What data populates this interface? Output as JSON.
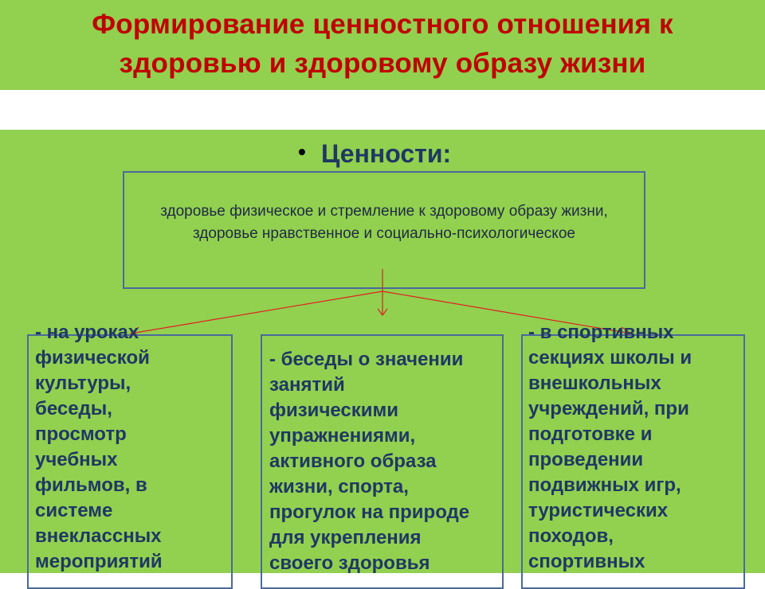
{
  "slide": {
    "title_line1": "Формирование ценностного отношения к",
    "title_line2": "здоровью и здоровому образу жизни",
    "values_heading": "Ценности:",
    "bullet_char": "•",
    "center_text": "здоровье физическое и стремление к здоровому образу жизни, здоровье нравственное и социально-психологическое",
    "columns": [
      {
        "text": "- на уроках\nфизической\nкультуры,\nбеседы,\nпросмотр\nучебных\nфильмов, в\nсистеме\nвнеклассных\nмероприятий"
      },
      {
        "text": "- беседы о значении\nзанятий\nфизическими\nупражнениями,\nактивного образа\nжизни, спорта,\nпрогулок на природе\nдля укрепления\nсвоего здоровья"
      },
      {
        "text": "- в спортивных\nсекциях школы и\nвнешкольных\nучреждений, при\nподготовке и\nпроведении\nподвижных игр,\nтуристических\nпоходов,\nспортивных"
      }
    ],
    "colors": {
      "background_green": "#92D050",
      "title_red": "#C00000",
      "text_navy": "#1F3864",
      "box_border": "#4A6A9B",
      "arrow_red": "#E02020"
    }
  }
}
